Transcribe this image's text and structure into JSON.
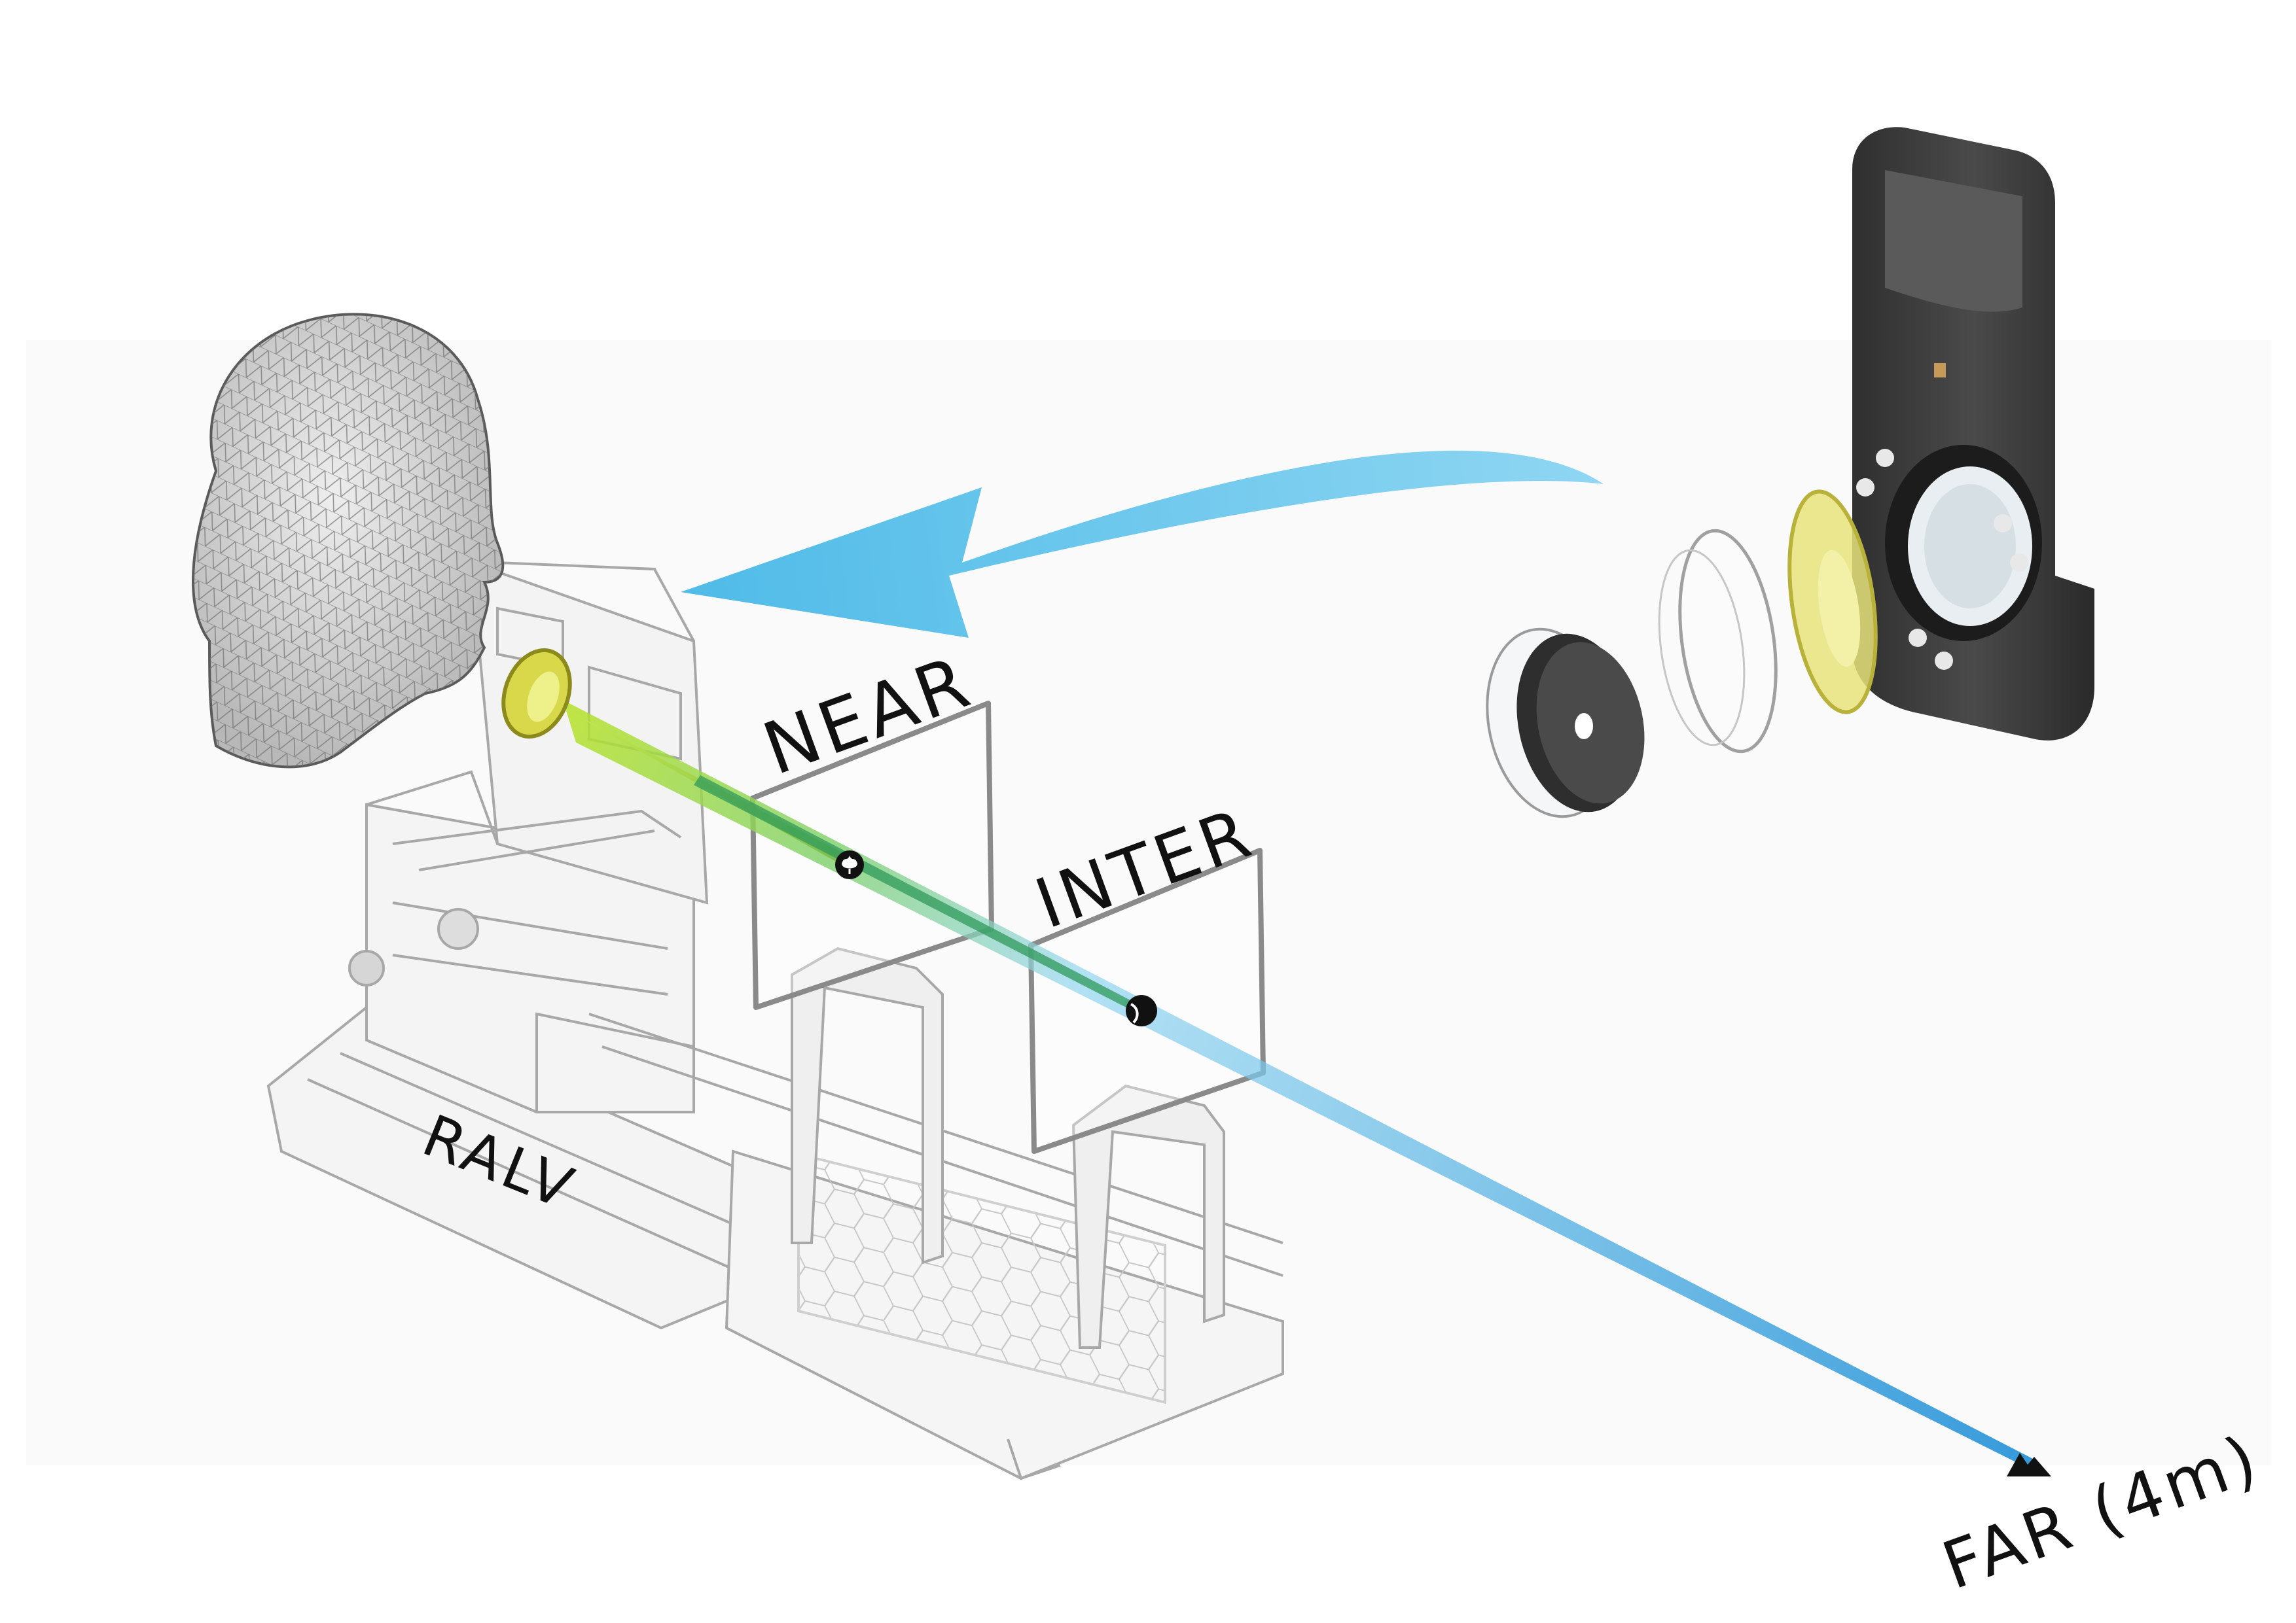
{
  "labels": {
    "near": "NEAR",
    "inter": "INTER",
    "far": "FAR (4m)",
    "device": "RALV"
  },
  "icons": {
    "near_target": "flower-icon",
    "inter_target": "ball-icon",
    "far_target": "mountain-icon"
  },
  "colors": {
    "arrow": "#5ec4ec",
    "beam_near": "#b7e22a",
    "beam_far": "#35a6e0",
    "lens_yellow": "#d9d84a",
    "wireframe": "#9a9a9a",
    "holder": "#3d3d3d"
  }
}
